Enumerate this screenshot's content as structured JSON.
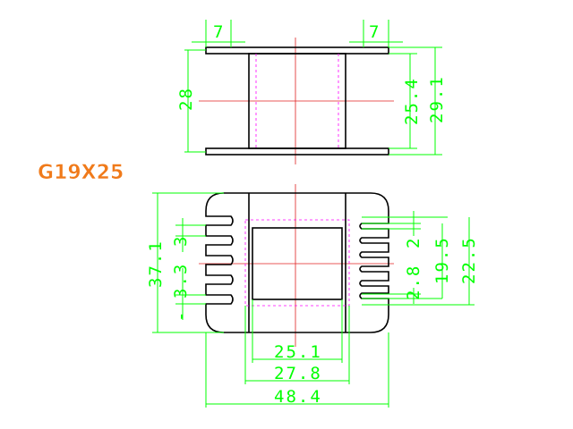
{
  "part_label": "G19X25",
  "top_view": {
    "dims": {
      "flange_left_width": "7",
      "flange_right_width": "7",
      "overall_height_left": "28",
      "inner_height": "25.4",
      "overall_height_right": "29.1"
    }
  },
  "front_view": {
    "dims": {
      "overall_height": "37.1",
      "slot_left_upper": "3",
      "slot_left_lower": "3.3",
      "pin_pitch_right": "2",
      "pin_width_right": "2.8",
      "pin_span_19": "19.5",
      "pin_span_22": "22.5",
      "core_width": "25.1",
      "window_width": "27.8",
      "overall_width": "48.4"
    }
  },
  "colors": {
    "dimension": "#00ff00",
    "outline": "#000000",
    "centerline": "#e02020",
    "hidden_line": "#ff00ff",
    "label": "#f07a1a"
  }
}
